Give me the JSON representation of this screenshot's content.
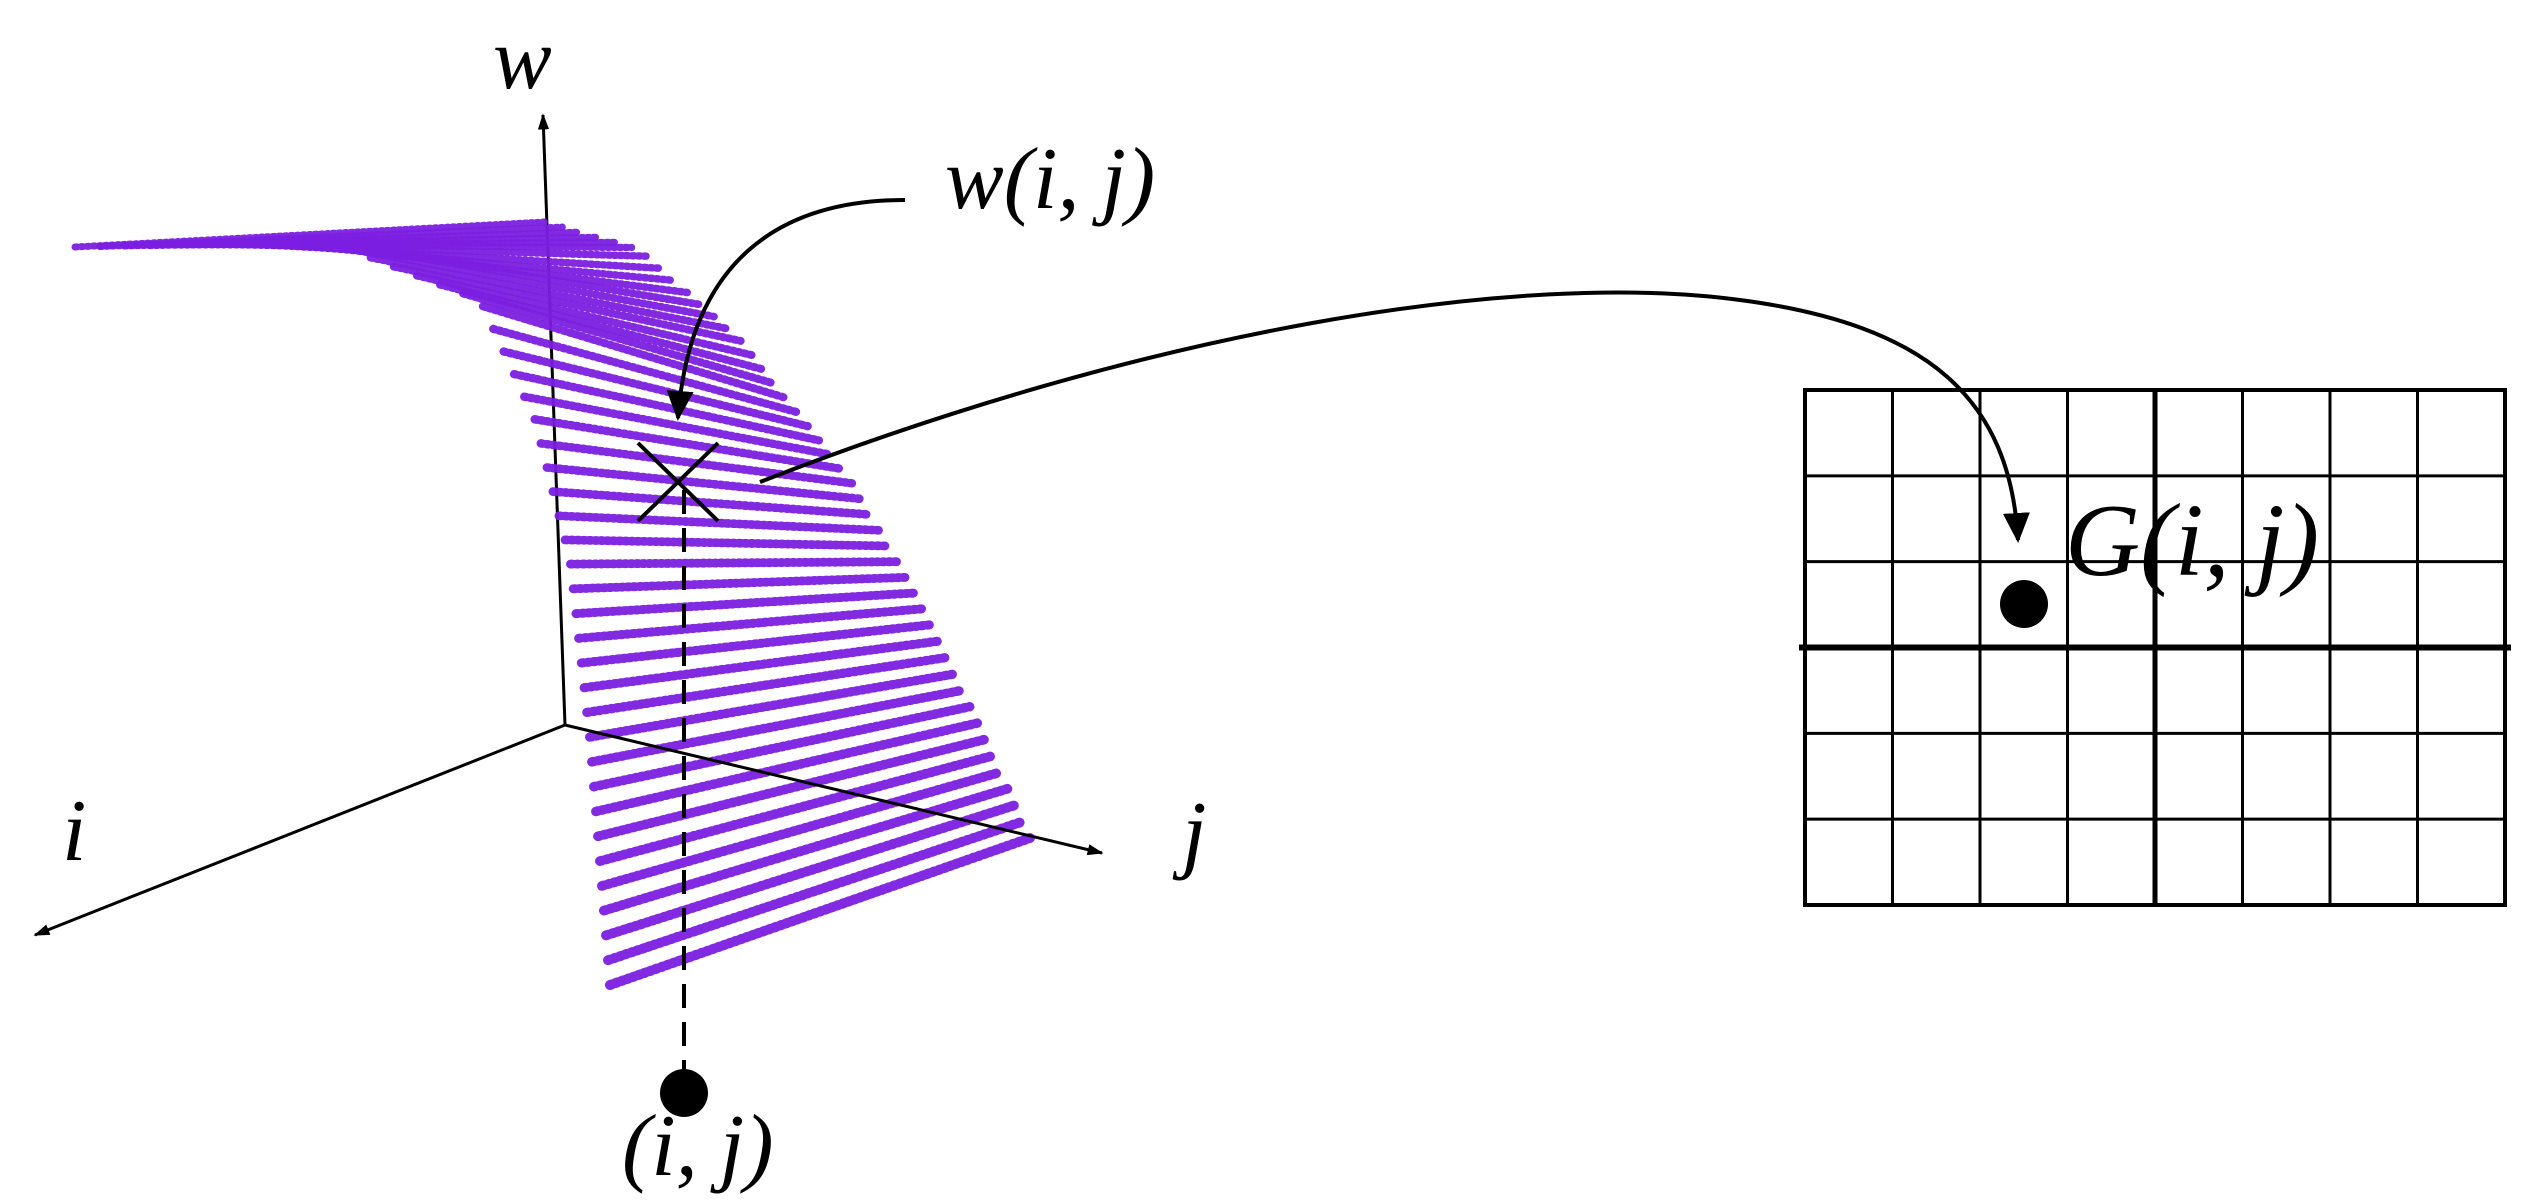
{
  "labels": {
    "axis_w": "w",
    "axis_i": "i",
    "axis_j": "j",
    "surface_point": "w(i, j)",
    "base_point": "(i, j)",
    "grid_point": "G(i, j)"
  },
  "colors": {
    "surface": "#7b1fe0",
    "ink": "#000000",
    "background": "#ffffff"
  },
  "grid": {
    "rows": 6,
    "cols": 8
  },
  "surface": {
    "stripe_count": 46
  }
}
